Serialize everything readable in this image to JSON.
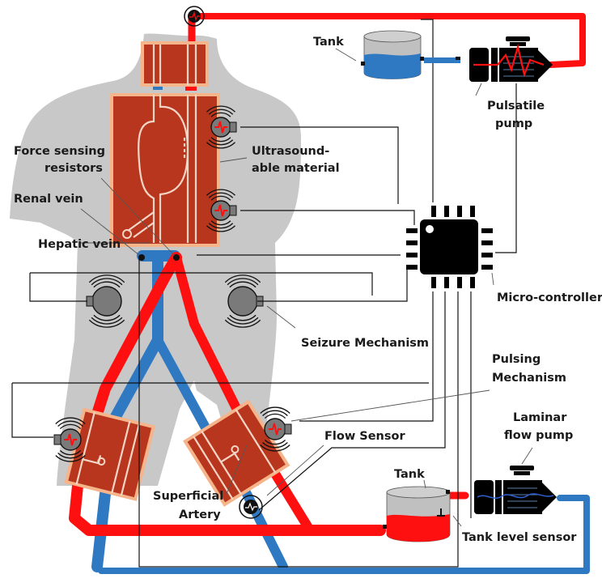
{
  "diagram": {
    "title": "Pulsatile perfusion phantom with micro-controller",
    "labels": {
      "tank_top": "Tank",
      "pulsatile_pump_1": "Pulsatile",
      "pulsatile_pump_2": "pump",
      "force_sensing_1": "Force sensing",
      "force_sensing_2": "resistors",
      "ultrasound_1": "Ultrasound-",
      "ultrasound_2": "able material",
      "renal_vein": "Renal vein",
      "hepatic_vein": "Hepatic vein",
      "micro_controller": "Micro-controller",
      "seizure_mechanism": "Seizure Mechanism",
      "pulsing_mechanism_1": "Pulsing",
      "pulsing_mechanism_2": "Mechanism",
      "flow_sensor": "Flow Sensor",
      "laminar_pump_1": "Laminar",
      "laminar_pump_2": "flow pump",
      "tank_bottom": "Tank",
      "superficial_artery_1": "Superficial",
      "superficial_artery_2": "Artery",
      "tank_level_sensor": "Tank level sensor"
    },
    "colors": {
      "artery": "#ff1010",
      "vein": "#2f78c2",
      "tissue": "#b9361e",
      "tissue_border": "#f5b48a",
      "body": "#c8c8c8",
      "water": "#2f78c2",
      "blood": "#ff1010"
    },
    "tank_top_fill_fraction": 0.55,
    "tank_bottom_fill_fraction": 0.55
  }
}
